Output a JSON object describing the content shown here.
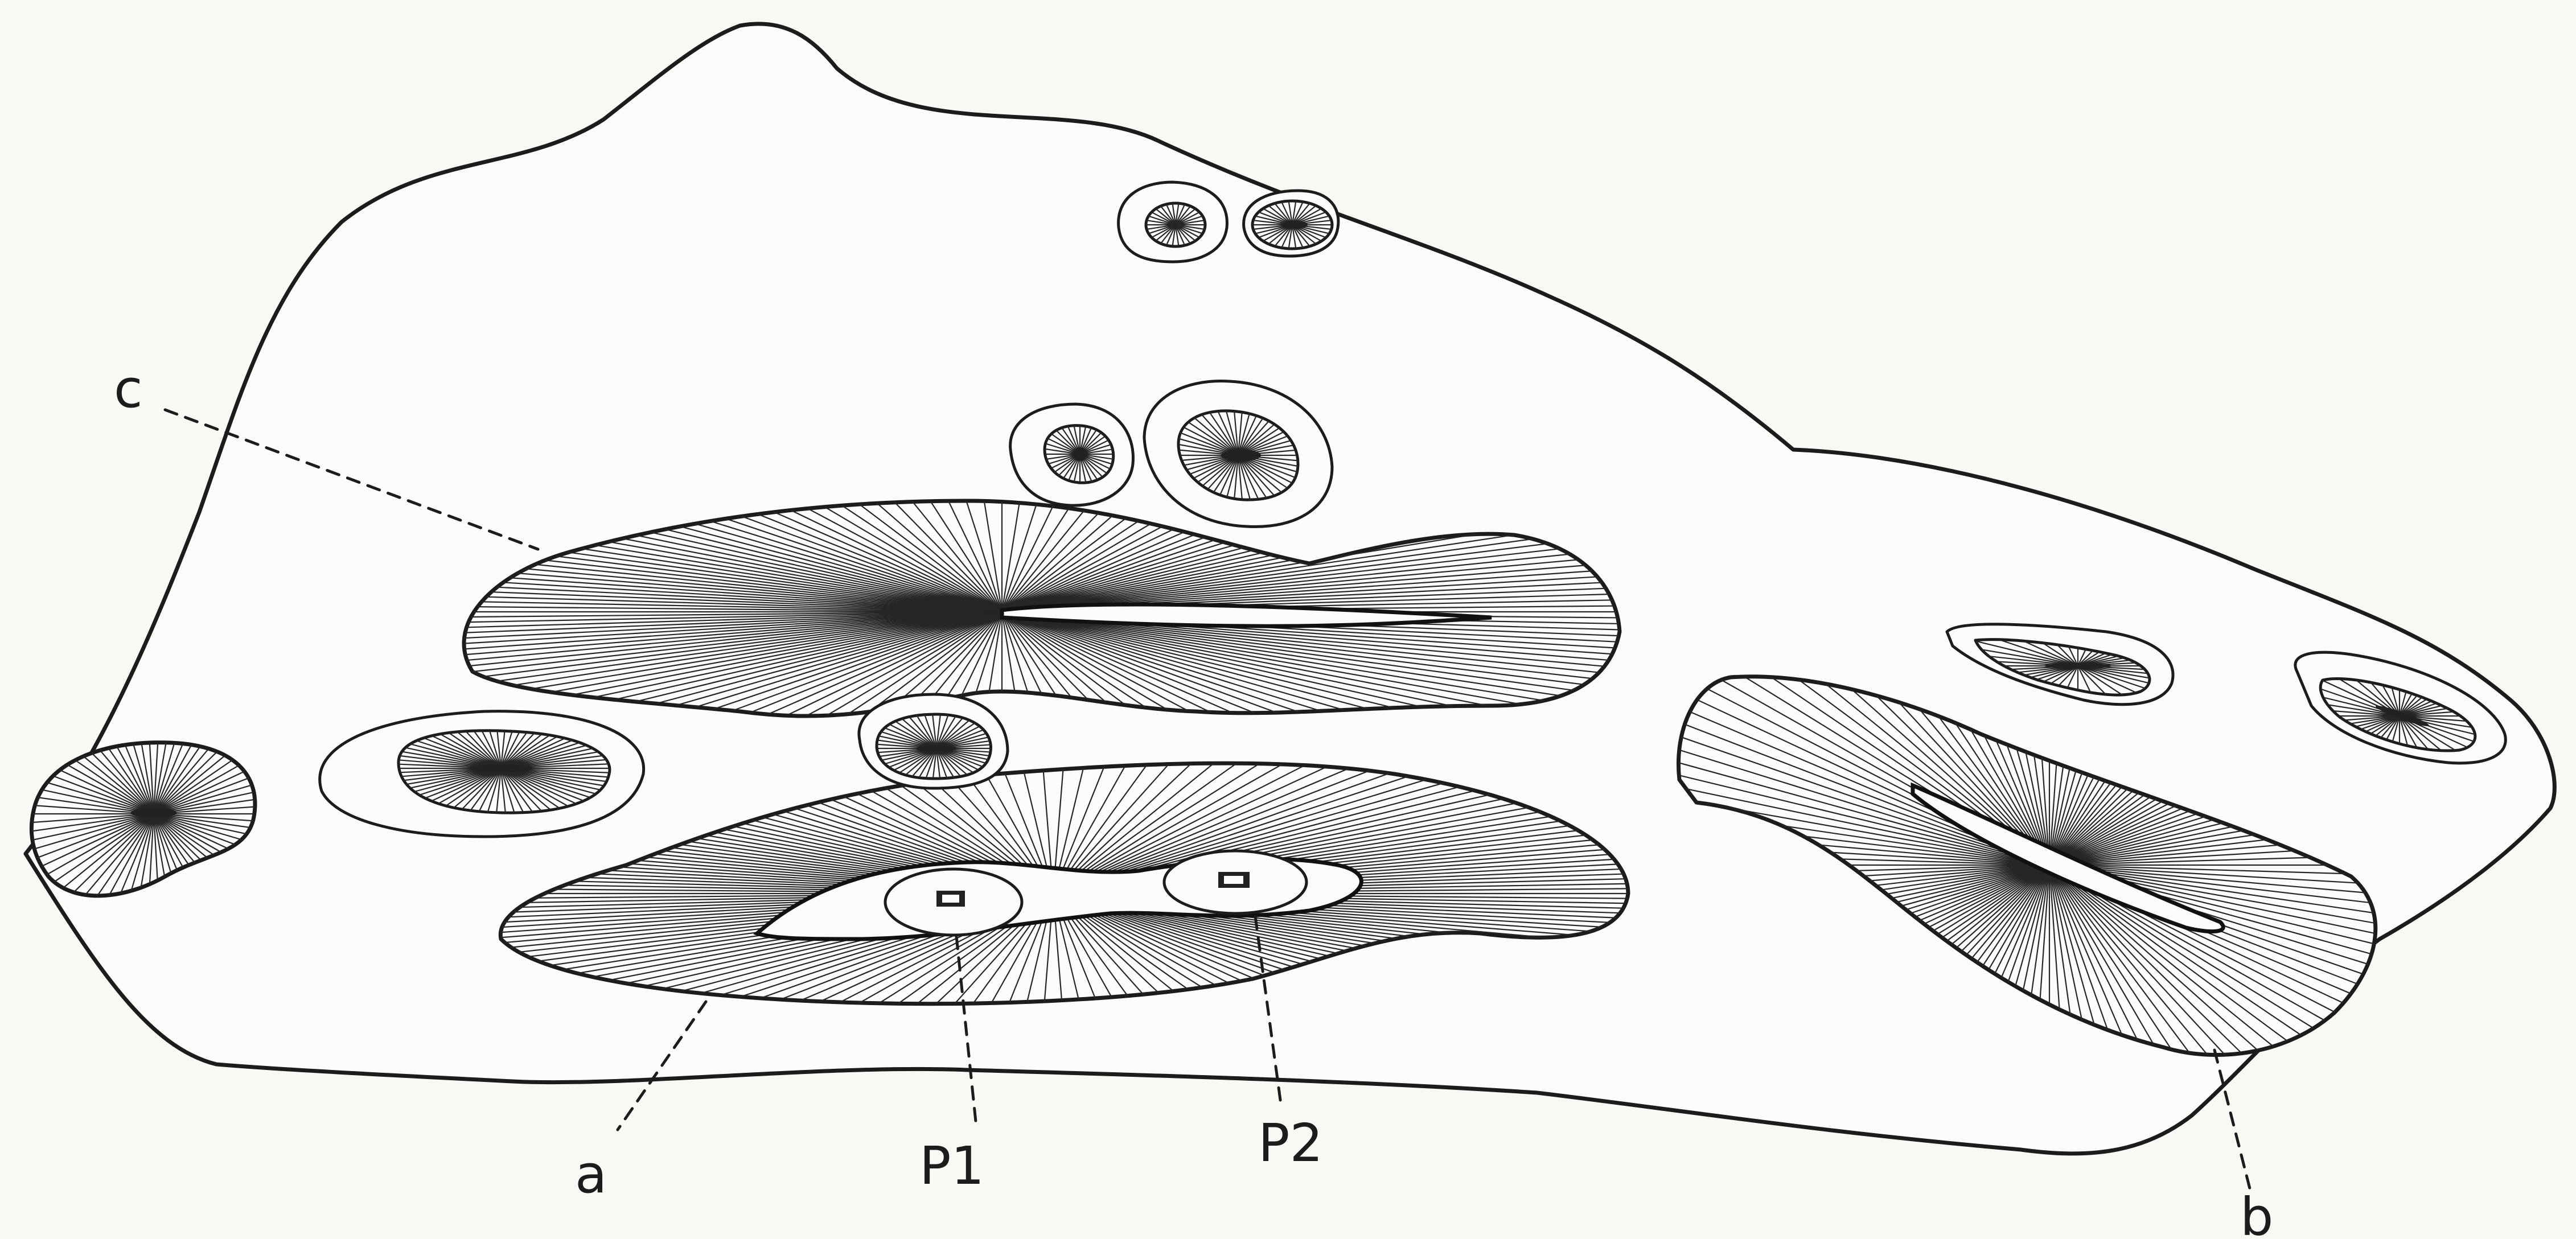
{
  "labels": {
    "c": "c",
    "a": "a",
    "p1": "P1",
    "p2": "P2",
    "b": "b"
  },
  "colors": {
    "ink": "#1c1c1c",
    "paper": "#f8f8f5"
  }
}
